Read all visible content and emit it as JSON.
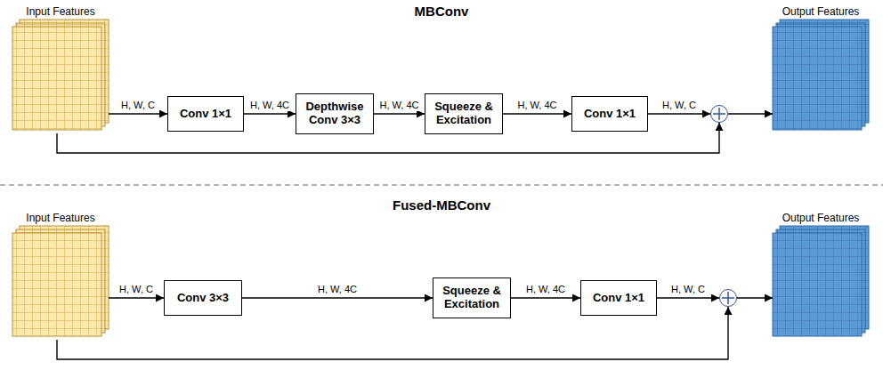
{
  "diagram": {
    "nodes": [
      {
        "text": [
          "Input Features"
        ]
      },
      {
        "text": [
          "Conv 1×1"
        ]
      },
      {
        "text": [
          "Depthwise Conv 3×3"
        ]
      },
      {
        "text": [
          "Squeeze & Excitation"
        ]
      },
      {
        "text": [
          "Conv 1×1"
        ]
      },
      {
        "text": []
      },
      {
        "text": [
          "Output Features"
        ]
      },
      {
        "text": [
          "Input Features"
        ]
      },
      {
        "text": [
          "Conv 3×3"
        ]
      },
      {
        "text": [
          "Squeeze & Excitation"
        ]
      },
      {
        "text": [
          "Conv 1×1"
        ]
      },
      {
        "text": []
      },
      {
        "text": [
          "Output Features"
        ]
      }
    ],
    "edges": [
      {
        "from": 0,
        "to": 1,
        "arrow": "to",
        "label": "H, W, C"
      },
      {
        "from": 1,
        "to": 2,
        "arrow": "to",
        "label": "H, W, 4C"
      },
      {
        "from": 2,
        "to": 3,
        "arrow": "to",
        "label": "H, W, 4C"
      },
      {
        "from": 3,
        "to": 4,
        "arrow": "to",
        "label": "H, W, 4C"
      },
      {
        "from": 4,
        "to": 5,
        "arrow": "to",
        "label": "H, W, C"
      },
      {
        "from": 0,
        "to": 5,
        "arrow": "to"
      },
      {
        "from": 5,
        "to": 6,
        "arrow": "to"
      },
      {
        "from": 7,
        "to": 8,
        "arrow": "to",
        "label": "H, W, C"
      },
      {
        "from": 8,
        "to": 9,
        "arrow": "to",
        "label": "H, W, 4C"
      },
      {
        "from": 9,
        "to": 10,
        "arrow": "to",
        "label": "H, W, 4C"
      },
      {
        "from": 10,
        "to": 11,
        "arrow": "to",
        "label": "H, W, C"
      },
      {
        "from": 7,
        "to": 11,
        "arrow": "to"
      },
      {
        "from": 11,
        "to": 12,
        "arrow": "to"
      }
    ],
    "labels": [
      "MBConv",
      "Fused-MBConv"
    ]
  }
}
